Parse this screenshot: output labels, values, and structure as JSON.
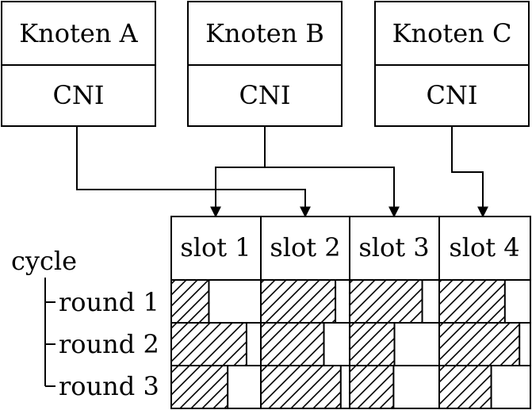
{
  "nodes": [
    {
      "name": "Knoten A",
      "sub": "CNI"
    },
    {
      "name": "Knoten B",
      "sub": "CNI"
    },
    {
      "name": "Knoten C",
      "sub": "CNI"
    }
  ],
  "slots": [
    "slot 1",
    "slot 2",
    "slot 3",
    "slot 4"
  ],
  "cycle_label": "cycle",
  "rounds": [
    {
      "label": "round 1",
      "fill": [
        0.42,
        0.84,
        0.81,
        0.72
      ]
    },
    {
      "label": "round 2",
      "fill": [
        0.84,
        0.71,
        0.5,
        0.88
      ]
    },
    {
      "label": "round 3",
      "fill": [
        0.63,
        0.9,
        0.49,
        0.57
      ]
    }
  ],
  "connections": [
    {
      "from": "Knoten A",
      "to": [
        "slot 2"
      ]
    },
    {
      "from": "Knoten B",
      "to": [
        "slot 1",
        "slot 3"
      ]
    },
    {
      "from": "Knoten C",
      "to": [
        "slot 4"
      ]
    }
  ]
}
